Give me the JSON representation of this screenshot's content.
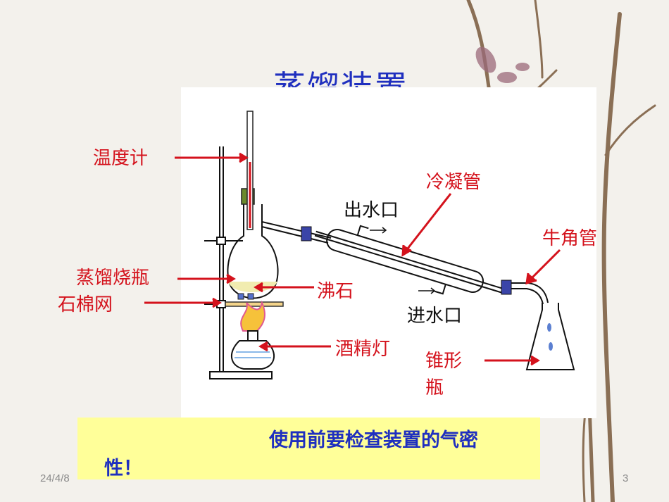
{
  "title": "蒸馏装置",
  "labels": {
    "thermometer": "温度计",
    "condenser": "冷凝管",
    "water_out": "出水口",
    "adapter": "牛角管",
    "flask": "蒸馏烧瓶",
    "boiling_stone": "沸石",
    "gauze": "石棉网",
    "water_in": "进水口",
    "lamp": "酒精灯",
    "conical_line1": "锥形",
    "conical_line2": "瓶"
  },
  "note": {
    "line1": "使用前要检查装置的气密",
    "line2": "性！"
  },
  "footer": {
    "date": "24/4/8",
    "page": "3"
  },
  "colors": {
    "title": "#1f2fbf",
    "label": "#d4121c",
    "note_bg": "#ffff99",
    "note_text": "#1f2fbf"
  }
}
